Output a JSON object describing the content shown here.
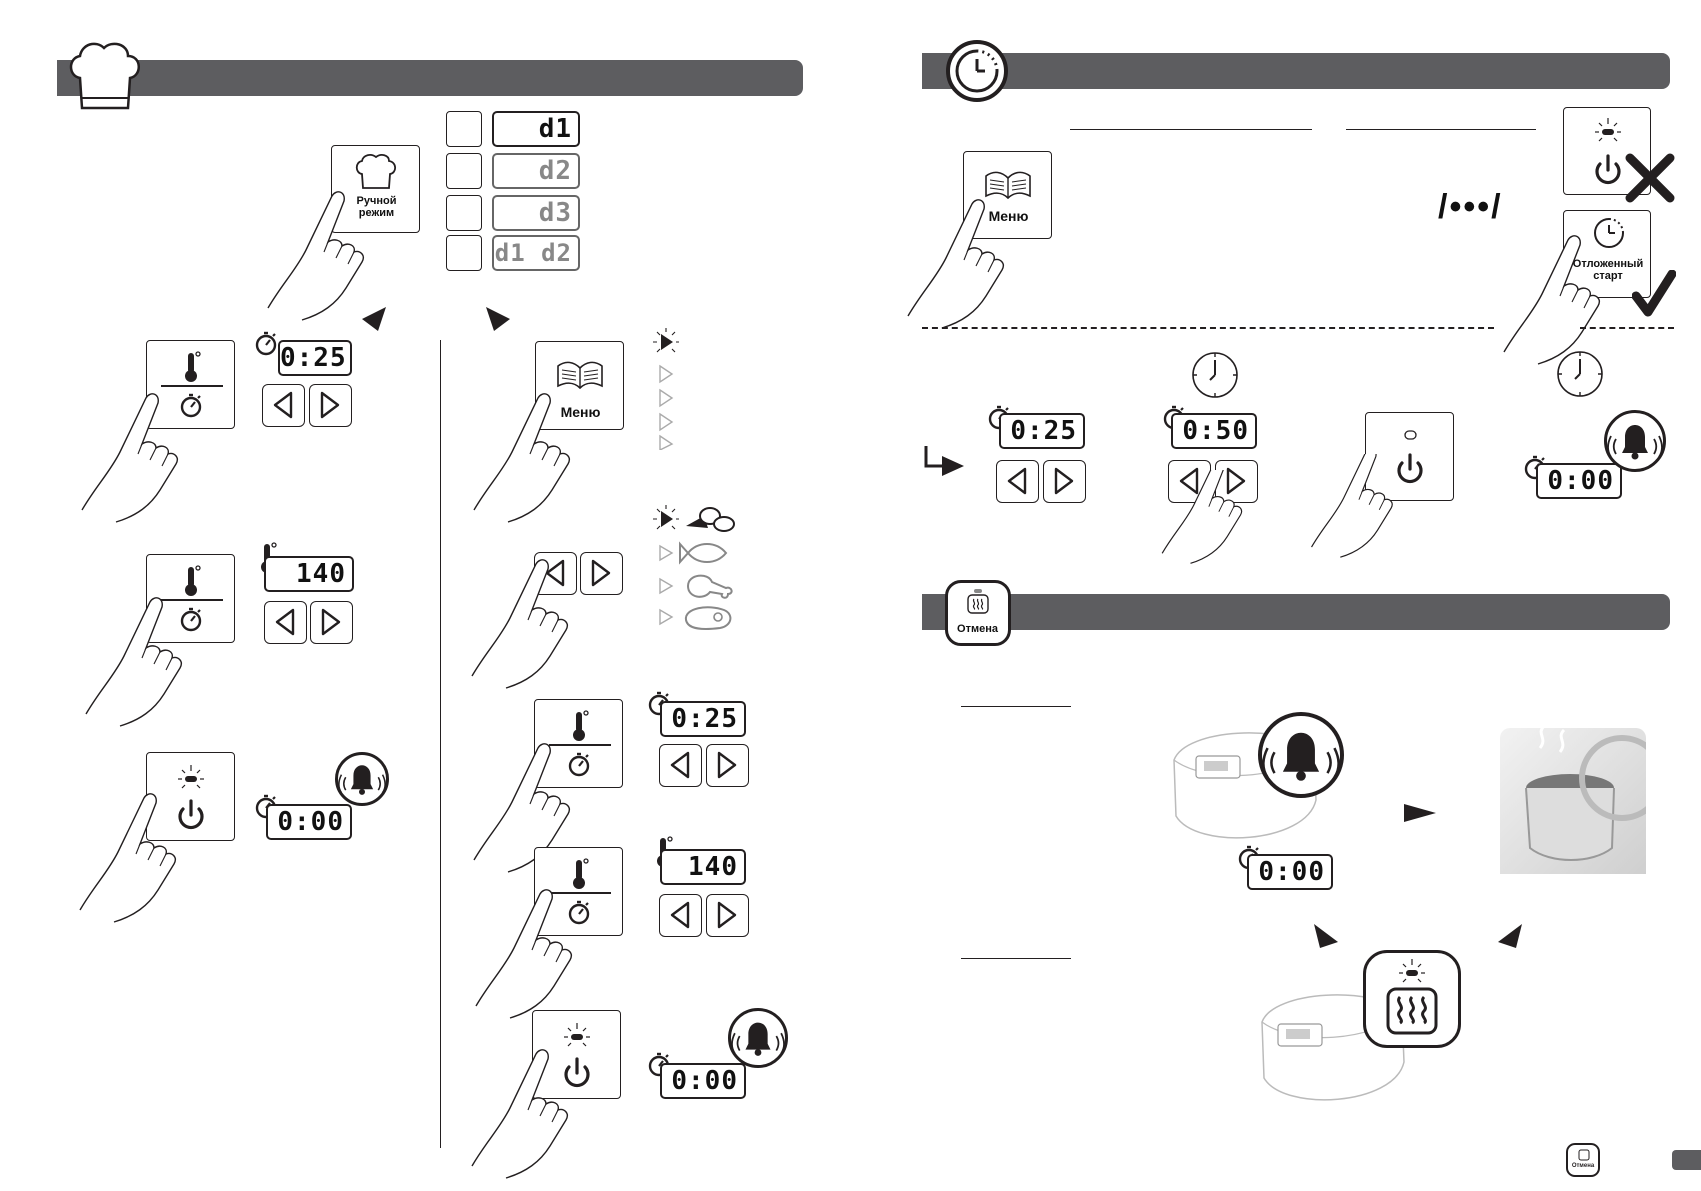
{
  "colors": {
    "band": "#5d5d60",
    "ink": "#231f20",
    "dim": "#888888"
  },
  "left_section": {
    "manual_button_label_line1": "Ручной",
    "manual_button_label_line2": "режим",
    "doneness_levels": [
      "d1",
      "d2",
      "d3",
      "d1 d2"
    ],
    "left_column": {
      "time_display": "0:25",
      "temp_display": "140",
      "end_display": "0:00"
    },
    "right_column": {
      "menu_label": "Меню",
      "food_icons": [
        "vegetables-icon",
        "fish-icon",
        "poultry-icon",
        "meat-icon"
      ],
      "time_display": "0:25",
      "temp_display": "140",
      "end_display": "0:00"
    }
  },
  "right_section": {
    "menu_label": "Меню",
    "delayed_start_line1": "Отложенный",
    "delayed_start_line2": "старт",
    "separator_text": "/•••/",
    "timer_displays": [
      "0:25",
      "0:50",
      "0:00"
    ],
    "cancel_label": "Отмена",
    "end_display": "0:00",
    "footer_cancel_label": "Отмена"
  }
}
